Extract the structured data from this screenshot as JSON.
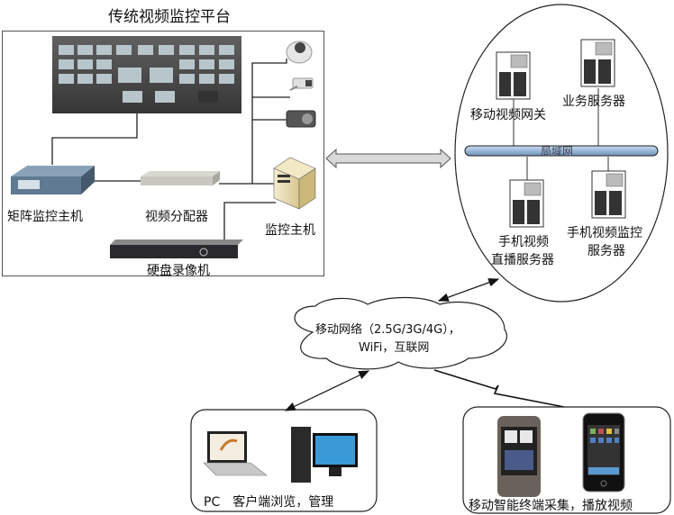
{
  "title": "传统视频监控平台",
  "traditional_platform": {
    "nodes": {
      "video_wall": "",
      "matrix_host": "矩阵监控主机",
      "video_splitter": "视频分配器",
      "dvr": "硬盘录像机",
      "monitor_host": "监控主机"
    },
    "cameras": [
      "dome-camera",
      "bullet-camera",
      "infrared-camera"
    ]
  },
  "server_cluster": {
    "lan_label": "局域网",
    "servers": {
      "mobile_gateway": "移动视频网关",
      "business_server": "业务服务器",
      "live_server_line1": "手机视频",
      "live_server_line2": "直播服务器",
      "monitor_server_line1": "手机视频监控",
      "monitor_server_line2": "服务器"
    }
  },
  "cloud": {
    "line1": "移动网络（2.5G/3G/4G），",
    "line2": "WiFi，互联网"
  },
  "pc_client": {
    "label": "PC　客户端浏览，管理"
  },
  "mobile_client": {
    "label": "移动智能终端采集，播放视频"
  },
  "colors": {
    "lan_bar": "#9ab8d8",
    "arrow_fill": "#d9d9d9",
    "server_dark": "#333333",
    "monitor_host_body": "#e8dcb0"
  }
}
